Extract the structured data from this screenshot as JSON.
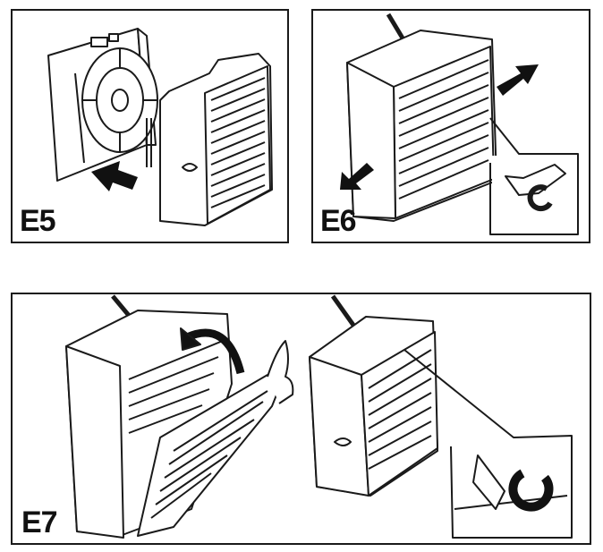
{
  "steps": [
    {
      "label": "E5"
    },
    {
      "label": "E6"
    },
    {
      "label": "E7"
    }
  ],
  "colors": {
    "line": "#1a1a1a",
    "fill": "#ffffff",
    "arrow": "#111111"
  }
}
